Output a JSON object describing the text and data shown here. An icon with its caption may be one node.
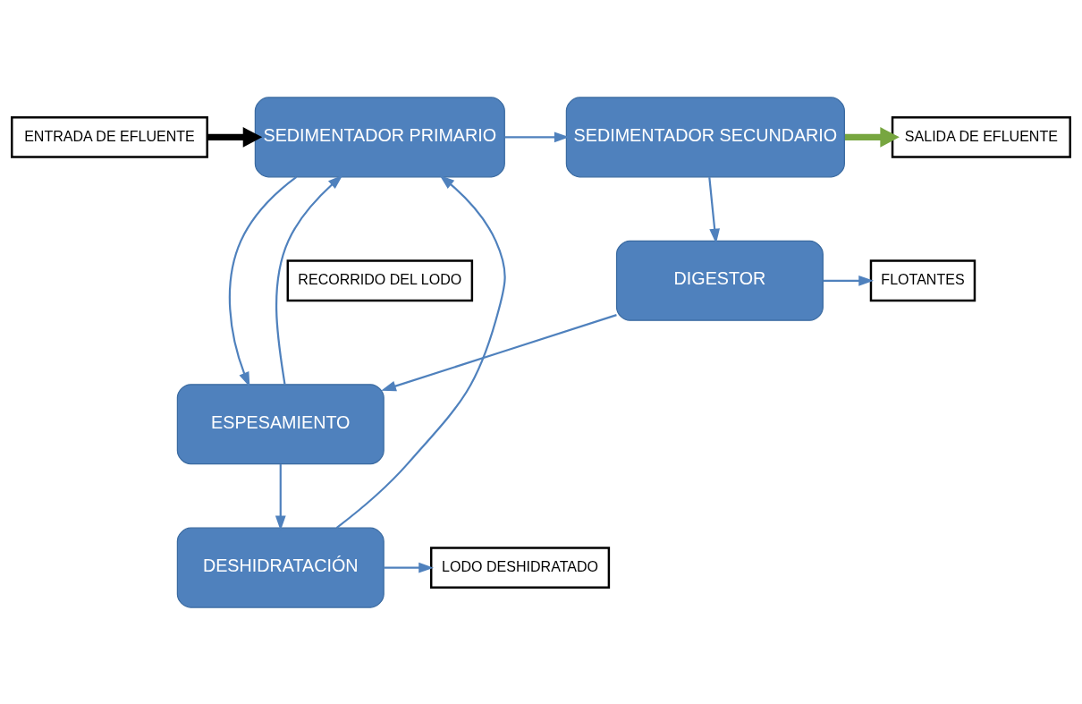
{
  "diagram": {
    "nodes": [
      {
        "text": [
          "ENTRADA DE EFLUENTE"
        ]
      },
      {
        "text": [
          "SEDIMENTADOR PRIMARIO"
        ]
      },
      {
        "text": [
          "SEDIMENTADOR SECUNDARIO"
        ]
      },
      {
        "text": [
          "SALIDA DE EFLUENTE"
        ]
      },
      {
        "text": [
          "DIGESTOR"
        ]
      },
      {
        "text": [
          "FLOTANTES"
        ]
      },
      {
        "text": [
          "ESPESAMIENTO"
        ]
      },
      {
        "text": [
          "DESHIDRATACIÓN"
        ]
      },
      {
        "text": [
          "LODO DESHIDRATADO"
        ]
      },
      {
        "text": [
          "RECORRIDO DEL LODO"
        ]
      }
    ],
    "edges": [
      {
        "from": 0,
        "to": 1,
        "arrow": "to",
        "style": "thick",
        "color": "#000000"
      },
      {
        "from": 1,
        "to": 2,
        "arrow": "to"
      },
      {
        "from": 2,
        "to": 3,
        "arrow": "to",
        "style": "thick",
        "color": "#77a640"
      },
      {
        "from": 2,
        "to": 4,
        "arrow": "to"
      },
      {
        "from": 1,
        "to": 6,
        "arrow": "to"
      },
      {
        "from": 4,
        "to": 6,
        "arrow": "to"
      },
      {
        "from": 4,
        "to": 5,
        "arrow": "to"
      },
      {
        "from": 6,
        "to": 1,
        "arrow": "to"
      },
      {
        "from": 6,
        "to": 7,
        "arrow": "to"
      },
      {
        "from": 7,
        "to": 1,
        "arrow": "to"
      },
      {
        "from": 7,
        "to": 8,
        "arrow": "to"
      }
    ]
  }
}
